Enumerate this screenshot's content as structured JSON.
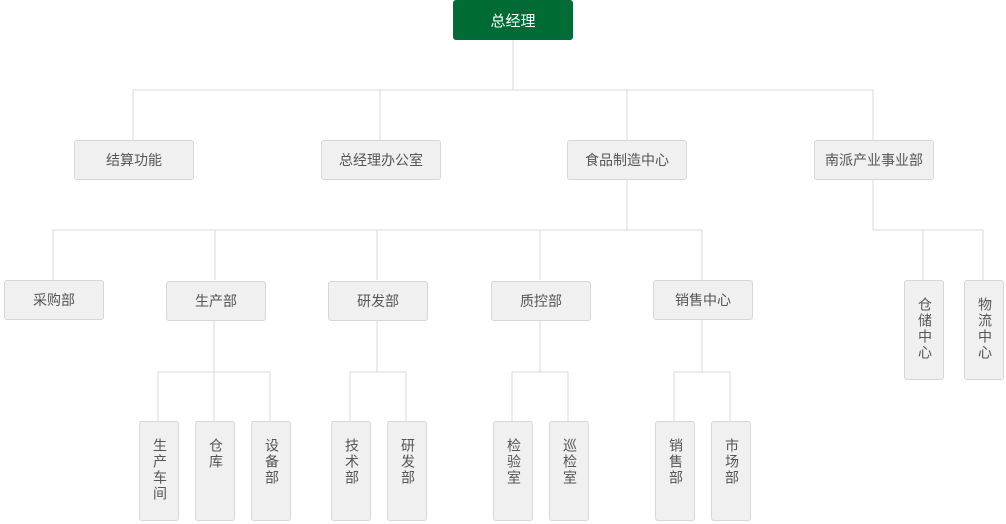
{
  "org": {
    "root": "总经理",
    "level1": [
      "结算功能",
      "总经理办公室",
      "食品制造中心",
      "南派产业事业部"
    ],
    "food_center_departments": [
      "采购部",
      "生产部",
      "研发部",
      "质控部",
      "销售中心"
    ],
    "south_division_units": [
      "仓储中心",
      "物流中心"
    ],
    "production_units": [
      "生产车间",
      "仓库",
      "设备部"
    ],
    "rnd_units": [
      "技术部",
      "研发部"
    ],
    "qc_units": [
      "检验室",
      "巡检室"
    ],
    "sales_units": [
      "销售部",
      "市场部"
    ]
  }
}
